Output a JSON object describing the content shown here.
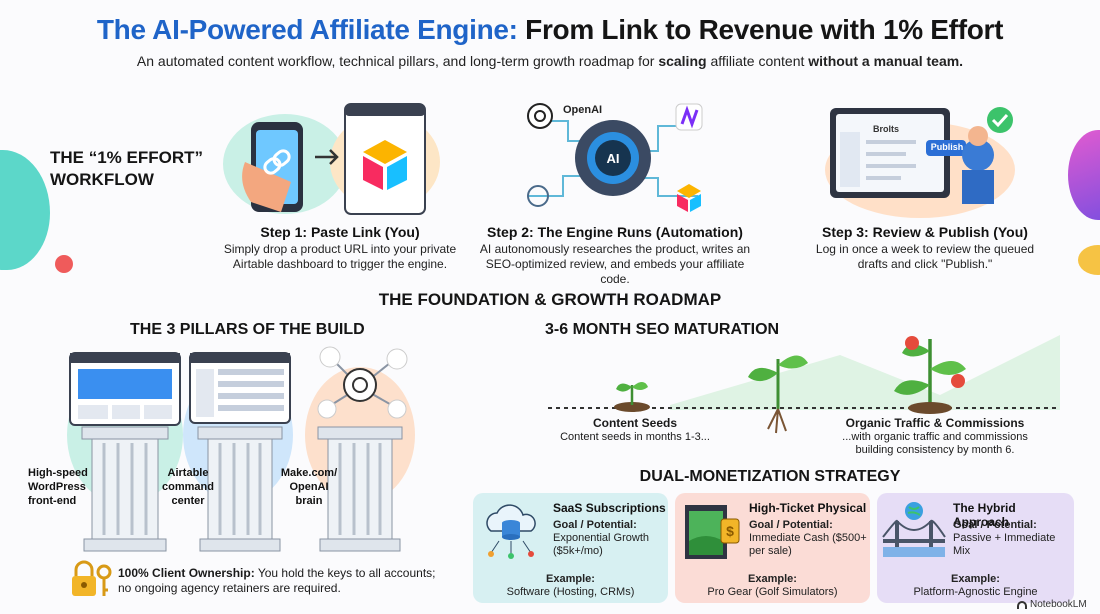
{
  "header": {
    "title_part1": "The AI-Powered Affiliate Engine:",
    "title_part2": "From Link to Revenue with 1% Effort",
    "subtitle_pre": "An automated content workflow, technical pillars, and long-term growth roadmap for ",
    "subtitle_bold1": "scaling",
    "subtitle_mid": " affiliate content ",
    "subtitle_bold2": "without a manual team.",
    "colors": {
      "blue": "#1f64c8",
      "dark": "#151515"
    }
  },
  "workflow": {
    "heading": "THE “1% EFFORT” WORKFLOW",
    "steps": [
      {
        "title": "Step 1: Paste Link (You)",
        "desc": "Simply drop a product URL into your private Airtable dashboard to trigger the engine.",
        "icons": [
          "phone-icon",
          "link-icon",
          "airtable-icon"
        ]
      },
      {
        "title": "Step 2: The Engine Runs (Automation)",
        "desc": "AI autonomously researches the product, writes an SEO-optimized review, and embeds your affiliate code.",
        "brand_label": "OpenAI",
        "icons": [
          "gear-ai-icon",
          "openai-icon",
          "make-icon"
        ]
      },
      {
        "title": "Step 3: Review & Publish (You)",
        "desc": "Log in once a week to review the queued drafts and click \"Publish.\"",
        "screen_title": "Brolts",
        "publish_label": "Publish",
        "icons": [
          "laptop-icon",
          "check-icon"
        ]
      }
    ]
  },
  "roadmap_heading": "THE FOUNDATION & GROWTH ROADMAP",
  "pillars": {
    "heading": "THE 3 PILLARS OF THE BUILD",
    "items": [
      {
        "label": "High-speed WordPress front-end"
      },
      {
        "label": "Airtable command center"
      },
      {
        "label": "Make.com/ OpenAI brain"
      }
    ],
    "ownership_bold": "100% Client Ownership:",
    "ownership_text": " You hold the keys to all accounts; no ongoing agency retainers are required."
  },
  "seo": {
    "heading": "3-6 MONTH SEO MATURATION",
    "stage1_title": "Content Seeds",
    "stage1_desc": "Content seeds in months 1-3...",
    "stage2_title": "Organic Traffic & Commissions",
    "stage2_desc": "...with organic traffic and commissions building consistency by month 6."
  },
  "monetization": {
    "heading": "DUAL-MONETIZATION STRATEGY",
    "goal_label": "Goal / Potential:",
    "example_label": "Example:",
    "cards": [
      {
        "title": "SaaS Subscriptions",
        "goal": "Exponential Growth ($5k+/mo)",
        "example": "Software (Hosting, CRMs)",
        "bg": "#d7f0f2"
      },
      {
        "title": "High-Ticket Physical",
        "goal": "Immediate Cash ($500+ per sale)",
        "example": "Pro Gear (Golf Simulators)",
        "bg": "#fbdcd6"
      },
      {
        "title": "The Hybrid Approach",
        "goal": "Passive + Immediate Mix",
        "example": "Platform-Agnostic Engine",
        "bg": "#e6ddf6"
      }
    ]
  },
  "footer": {
    "brand": "NotebookLM"
  }
}
